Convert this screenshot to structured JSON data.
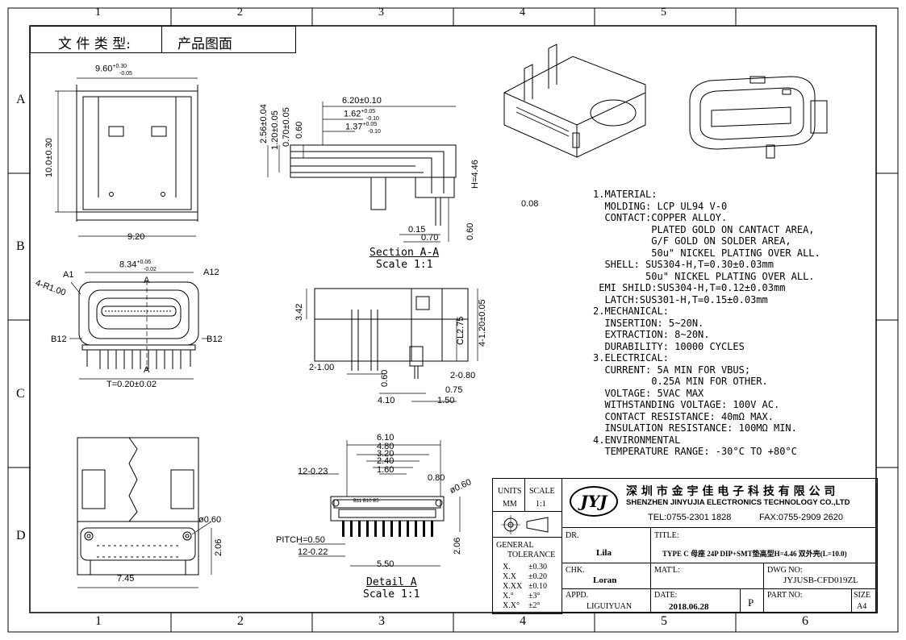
{
  "header": {
    "doc_type_label": "文 件 类 型:",
    "doc_type_value": "产品图面"
  },
  "grid": {
    "cols": [
      "1",
      "2",
      "3",
      "4",
      "5",
      "6"
    ],
    "rows": [
      "A",
      "B",
      "C",
      "D"
    ]
  },
  "views": {
    "top_view": {
      "width_top": "9.60",
      "width_top_tol_plus": "+0.30",
      "width_top_tol_minus": "-0.05",
      "height": "10.0±0.30",
      "width_bottom": "9.20"
    },
    "section_aa": {
      "d1": "6.20±0.10",
      "d2": "1.62",
      "d2_plus": "+0.05",
      "d2_minus": "-0.10",
      "d3": "1.37",
      "d3_plus": "+0.05",
      "d3_minus": "-0.10",
      "v1": "2.56±0.04",
      "v2": "1.20±0.05",
      "v3": "0.70±0.05",
      "v4": "0.60",
      "h": "H=4.46",
      "flat": "0.08",
      "b1": "0.15",
      "b2": "0.70",
      "b3": "0.60",
      "title": "Section A-A",
      "scale": "Scale 1:1"
    },
    "front_view": {
      "w": "8.34",
      "w_plus": "+0.06",
      "w_minus": "-0.02",
      "radius": "4-R1.00",
      "a1": "A1",
      "a12": "A12",
      "b12_left": "B12",
      "b12_right": "B12",
      "a_top": "A",
      "a_bottom": "A",
      "t": "T=0.20±0.02"
    },
    "side_view": {
      "h342": "3.42",
      "d120": "4-1.20±0.05",
      "cl": "CL2.75",
      "d2_100": "2-1.00",
      "d060": "0.60",
      "d2_080": "2-0.80",
      "d075": "0.75",
      "d410": "4.10",
      "d150": "1.50"
    },
    "bottom_view": {
      "dia": "ø0.60",
      "h206": "2.06",
      "w745": "7.45"
    },
    "detail_a": {
      "w610": "6.10",
      "w480": "4.80",
      "w320": "3.20",
      "w240": "2.40",
      "w160": "1.60",
      "p12_023": "12-0.23",
      "d080": "0.80",
      "dia": "ø0.60",
      "pitch": "PITCH=0.50",
      "p12_022": "12-0.22",
      "w550": "5.50",
      "h206": "2.06",
      "pin_labels": "B11 B10 B5",
      "title": "Detail A",
      "scale": "Scale 1:1"
    }
  },
  "spec_lines": [
    "1.MATERIAL:",
    "  MOLDING: LCP UL94 V-0",
    "  CONTACT:COPPER ALLOY.",
    "          PLATED GOLD ON CANTACT AREA,",
    "          G/F GOLD ON SOLDER AREA,",
    "          50u\" NICKEL PLATING OVER ALL.",
    "  SHELL: SUS304-H,T=0.30±0.03mm",
    "         50u\" NICKEL PLATING OVER ALL.",
    " EMI SHILD:SUS304-H,T=0.12±0.03mm",
    "  LATCH:SUS301-H,T=0.15±0.03mm",
    "2.MECHANICAL:",
    "  INSERTION: 5~20N.",
    "  EXTRACTION: 8~20N.",
    "  DURABILITY: 10000 CYCLES",
    "3.ELECTRICAL:",
    "  CURRENT: 5A MIN FOR VBUS;",
    "          0.25A MIN FOR OTHER.",
    "  VOLTAGE: 5VAC MAX",
    "  WITHSTANDING VOLTAGE: 100V AC.",
    "  CONTACT RESISTANCE: 40mΩ MAX.",
    "  INSULATION RESISTANCE: 100MΩ MIN.",
    "4.ENVIRONMENTAL",
    "  TEMPERATURE RANGE: -30°C TO +80°C"
  ],
  "title_block": {
    "units_label": "UNITS",
    "units_value": "MM",
    "scale_label": "SCALE",
    "scale_value": "1:1",
    "logo": "JYJ",
    "company_cn": "深 圳 市 金 宇 佳 电 子 科 技 有 限 公 司",
    "company_en": "SHENZHEN JINYUJIA ELECTRONICS TECHNOLOGY CO.,LTD",
    "tel": "TEL:0755-2301 1828",
    "fax": "FAX:0755-2909 2620",
    "general_tol_1": "GENERAL",
    "general_tol_2": "TOLERANCE",
    "tolerances": [
      [
        "X.",
        "±0.30"
      ],
      [
        "X.X",
        "±0.20"
      ],
      [
        "X.XX",
        "±0.10"
      ],
      [
        "X.°",
        "±3°"
      ],
      [
        "X.X°",
        "±2°"
      ]
    ],
    "dr_label": "DR.",
    "dr_value": "Lila",
    "title_label": "TITLE:",
    "title_value": "TYPE C 母座 24P DIP+SMT垫高型H=4.46 双外壳(L=10.0)",
    "chk_label": "CHK.",
    "chk_value": "Loran",
    "matl_label": "MAT'L:",
    "dwg_label": "DWG NO:",
    "dwg_value": "JYJUSB-CFD019ZL",
    "appd_label": "APPD.",
    "appd_value": "LIGUIYUAN",
    "date_label": "DATE:",
    "date_value": "2018.06.28",
    "p_label": "P",
    "part_label": "PART NO:",
    "size_label": "SIZE",
    "size_value": "A4"
  }
}
